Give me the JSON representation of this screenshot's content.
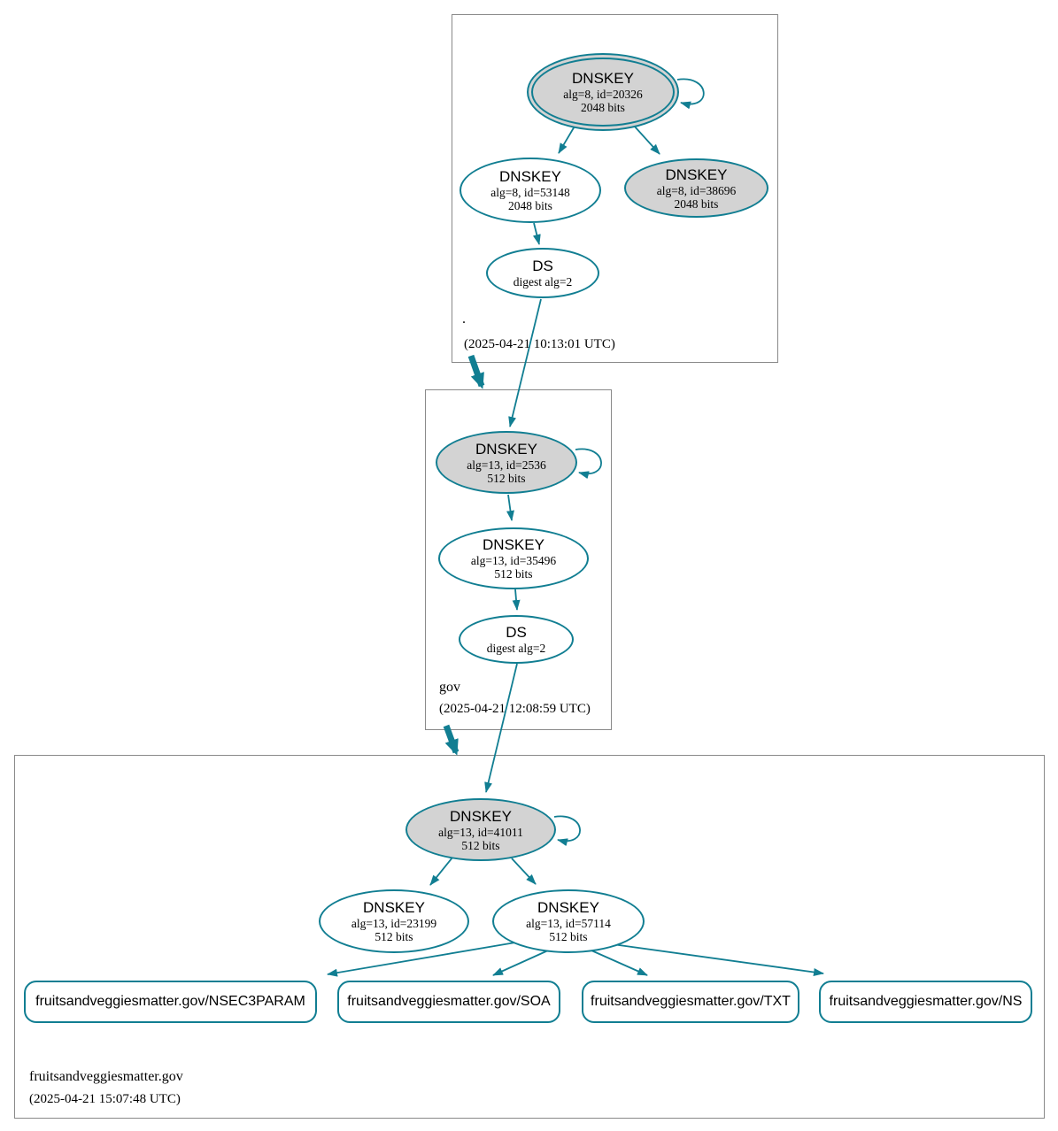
{
  "colors": {
    "edge_secure": "#117e92",
    "node_border": "#117e92",
    "sep_key_fill": "#d3d3d3",
    "node_fill": "#ffffff",
    "zone_box_border": "#898989",
    "text": "#000000"
  },
  "zones": [
    {
      "label": ".",
      "timestamp": "(2025-04-21 10:13:01 UTC)",
      "nodes": {
        "ksk": {
          "title": "DNSKEY",
          "detail1": "alg=8, id=20326",
          "detail2": "2048 bits"
        },
        "zsk": {
          "title": "DNSKEY",
          "detail1": "alg=8, id=53148",
          "detail2": "2048 bits"
        },
        "key3": {
          "title": "DNSKEY",
          "detail1": "alg=8, id=38696",
          "detail2": "2048 bits"
        },
        "ds": {
          "title": "DS",
          "detail1": "digest alg=2"
        }
      }
    },
    {
      "label": "gov",
      "timestamp": "(2025-04-21 12:08:59 UTC)",
      "nodes": {
        "ksk": {
          "title": "DNSKEY",
          "detail1": "alg=13, id=2536",
          "detail2": "512 bits"
        },
        "zsk": {
          "title": "DNSKEY",
          "detail1": "alg=13, id=35496",
          "detail2": "512 bits"
        },
        "ds": {
          "title": "DS",
          "detail1": "digest alg=2"
        }
      }
    },
    {
      "label": "fruitsandveggiesmatter.gov",
      "timestamp": "(2025-04-21 15:07:48 UTC)",
      "nodes": {
        "ksk": {
          "title": "DNSKEY",
          "detail1": "alg=13, id=41011",
          "detail2": "512 bits"
        },
        "zsk1": {
          "title": "DNSKEY",
          "detail1": "alg=13, id=23199",
          "detail2": "512 bits"
        },
        "zsk2": {
          "title": "DNSKEY",
          "detail1": "alg=13, id=57114",
          "detail2": "512 bits"
        }
      },
      "rrsets": [
        {
          "label": "fruitsandveggiesmatter.gov/NSEC3PARAM"
        },
        {
          "label": "fruitsandveggiesmatter.gov/SOA"
        },
        {
          "label": "fruitsandveggiesmatter.gov/TXT"
        },
        {
          "label": "fruitsandveggiesmatter.gov/NS"
        }
      ]
    }
  ]
}
